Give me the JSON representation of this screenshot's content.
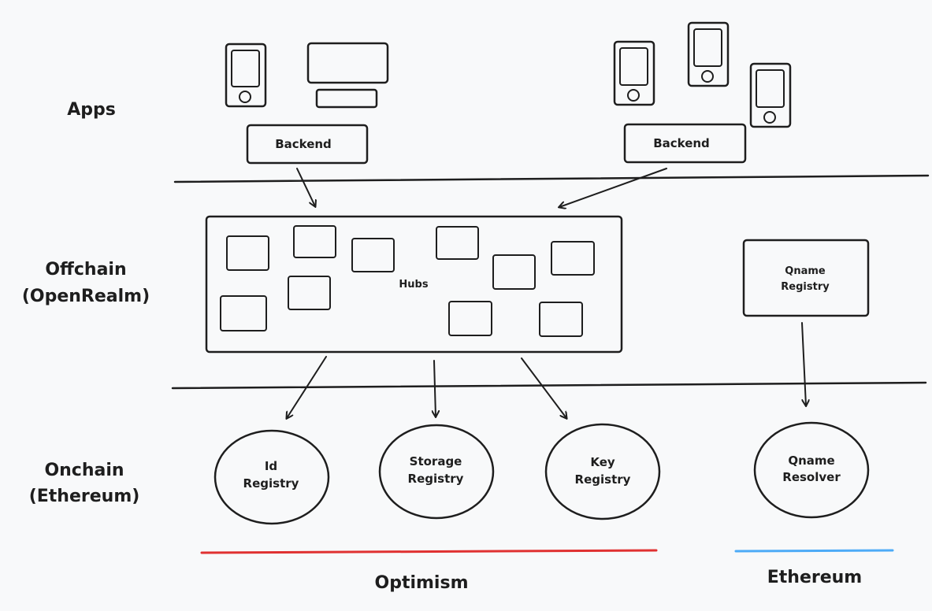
{
  "layers": {
    "apps": "Apps",
    "offchain": [
      "Offchain",
      "(OpenRealm)"
    ],
    "onchain": [
      "Onchain",
      "(Ethereum)"
    ]
  },
  "backends": {
    "left": "Backend",
    "right": "Backend"
  },
  "hubs": "Hubs",
  "qname_registry": [
    "Qname",
    "Registry"
  ],
  "onchain_nodes": {
    "id_registry": [
      "Id",
      "Registry"
    ],
    "storage_registry": [
      "Storage",
      "Registry"
    ],
    "key_registry": [
      "Key",
      "Registry"
    ],
    "qname_resolver": [
      "Qname",
      "Resolver"
    ]
  },
  "networks": {
    "optimism": "Optimism",
    "ethereum": "Ethereum"
  },
  "colors": {
    "optimism": "#e03131",
    "ethereum": "#4dabf7",
    "ink": "#1e1e1e",
    "background": "#f8f9fa"
  }
}
